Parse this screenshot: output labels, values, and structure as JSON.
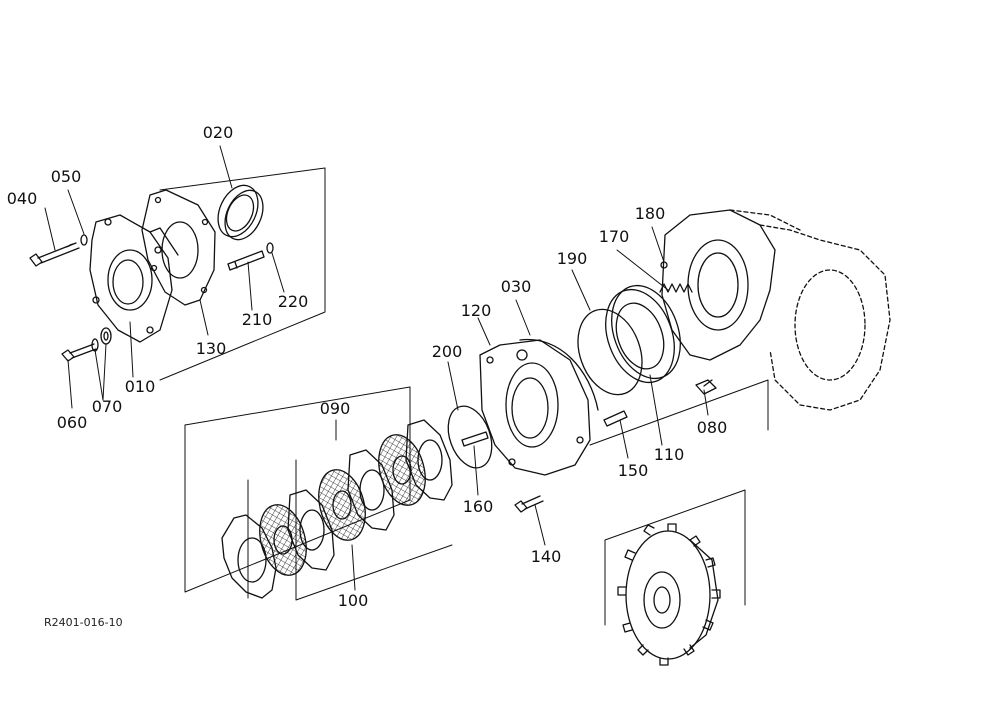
{
  "labels": {
    "p040": "040",
    "p050": "050",
    "p020": "020",
    "p130": "130",
    "p210": "210",
    "p220": "220",
    "p060": "060",
    "p070": "070",
    "p010": "010",
    "p090": "090",
    "p100": "100",
    "p200": "200",
    "p120": "120",
    "p030": "030",
    "p190": "190",
    "p170": "170",
    "p180": "180",
    "p160": "160",
    "p140": "140",
    "p150": "150",
    "p110": "110",
    "p080": "080"
  },
  "drawing_code": "R2401-016-10",
  "colors": {
    "ink": "#111111",
    "background": "#ffffff"
  }
}
